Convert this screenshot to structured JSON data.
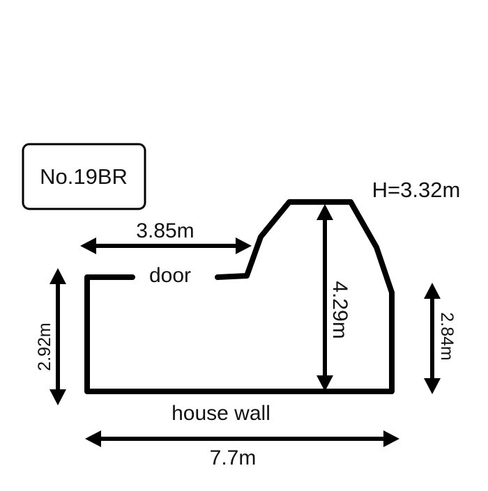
{
  "diagram": {
    "plan_id": "No.19BR",
    "height_note": "H=3.32m",
    "labels": {
      "top_width": "3.85m",
      "door": "door",
      "depth": "4.29m",
      "left_side": "2.92m",
      "right_side": "2.84m",
      "bottom_edge": "house wall",
      "total_width": "7.7m"
    }
  },
  "colors": {
    "ink": "#000000",
    "background": "#ffffff"
  }
}
